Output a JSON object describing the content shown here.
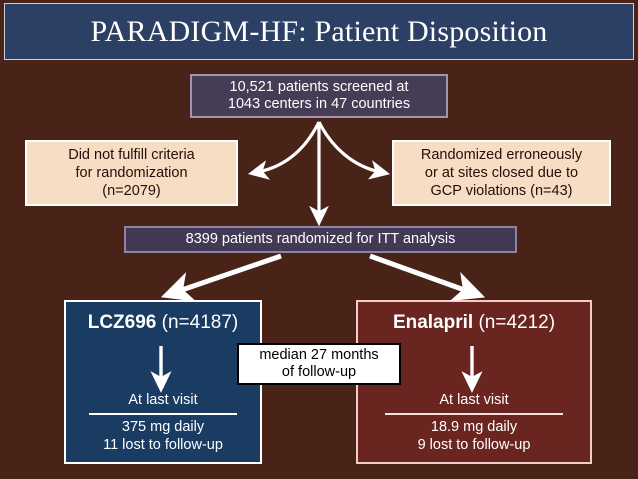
{
  "slide": {
    "title": "PARADIGM-HF: Patient Disposition",
    "background_color": "#4a2318",
    "title_bar_color": "#2b4064"
  },
  "flow": {
    "screened": {
      "line1": "10,521 patients screened at",
      "line2": "1043 centers in 47 countries",
      "fill": "#473c55"
    },
    "excluded_criteria": {
      "line1": "Did not fulfill criteria",
      "line2": "for randomization",
      "line3": "(n=2079)",
      "fill": "#f7ddc4"
    },
    "excluded_erroneous": {
      "line1": "Randomized erroneously",
      "line2": "or at sites closed due to",
      "line3": "GCP violations (n=43)",
      "fill": "#f7ddc4"
    },
    "itt": {
      "text": "8399 patients randomized for ITT analysis",
      "fill": "#423a55"
    },
    "median_followup": {
      "line1": "median 27 months",
      "line2": "of follow-up"
    },
    "arms": [
      {
        "drug": "LCZ696",
        "n": "(n=4187)",
        "last_visit": "At last visit",
        "dose": "375 mg daily",
        "lost": "11 lost to follow-up",
        "fill": "#1a3c63"
      },
      {
        "drug": "Enalapril",
        "n": "(n=4212)",
        "last_visit": "At last visit",
        "dose": "18.9 mg daily",
        "lost": "9 lost to follow-up",
        "fill": "#6b2520"
      }
    ]
  }
}
